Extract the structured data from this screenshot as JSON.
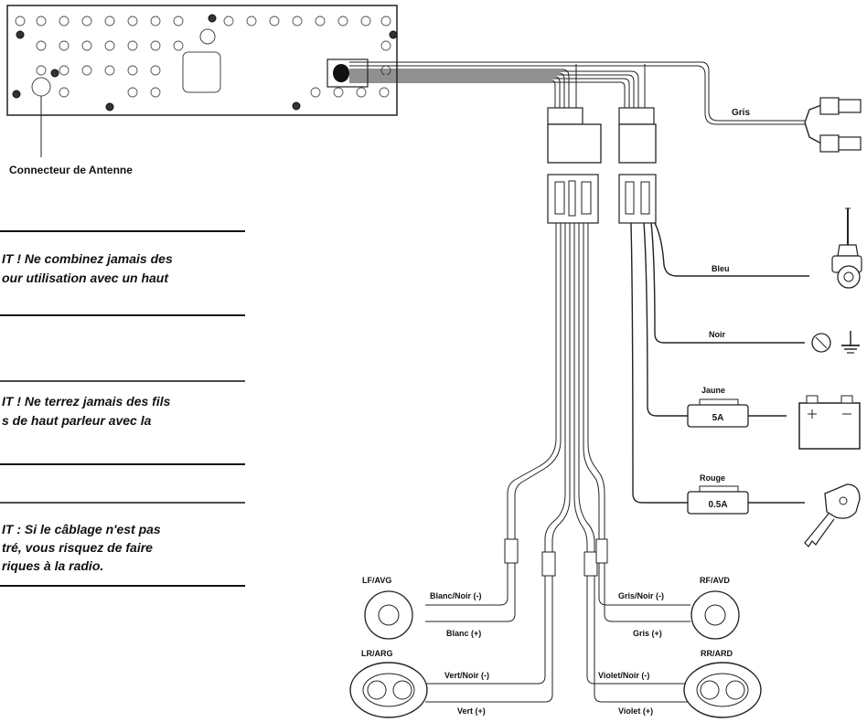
{
  "antenna_connector": "Connecteur de Antenne",
  "warnings": [
    {
      "line1": "IT ! Ne combinez jamais des",
      "line2": "our utilisation avec un haut"
    },
    {
      "line1": "IT ! Ne terrez jamais des fils",
      "line2": "s de haut parleur avec la"
    },
    {
      "line1": "IT : Si le câblage n'est pas",
      "line2": "tré, vous risquez de faire",
      "line3": "riques à la radio."
    }
  ],
  "wires": {
    "gray_rca": "Gris",
    "blue": "Bleu",
    "black": "Noir",
    "yellow": "Jaune",
    "red": "Rouge"
  },
  "fuses": {
    "yellow": "5A",
    "red": "0.5A"
  },
  "speakers": {
    "lf": {
      "label": "LF/AVG",
      "neg": "Blanc/Noir (-)",
      "pos": "Blanc (+)"
    },
    "rf": {
      "label": "RF/AVD",
      "neg": "Gris/Noir (-)",
      "pos": "Gris (+)"
    },
    "lr": {
      "label": "LR/ARG",
      "neg": "Vert/Noir (-)",
      "pos": "Vert (+)"
    },
    "rr": {
      "label": "RR/ARD",
      "neg": "Violet/Noir (-)",
      "pos": "Violet (+)"
    }
  }
}
